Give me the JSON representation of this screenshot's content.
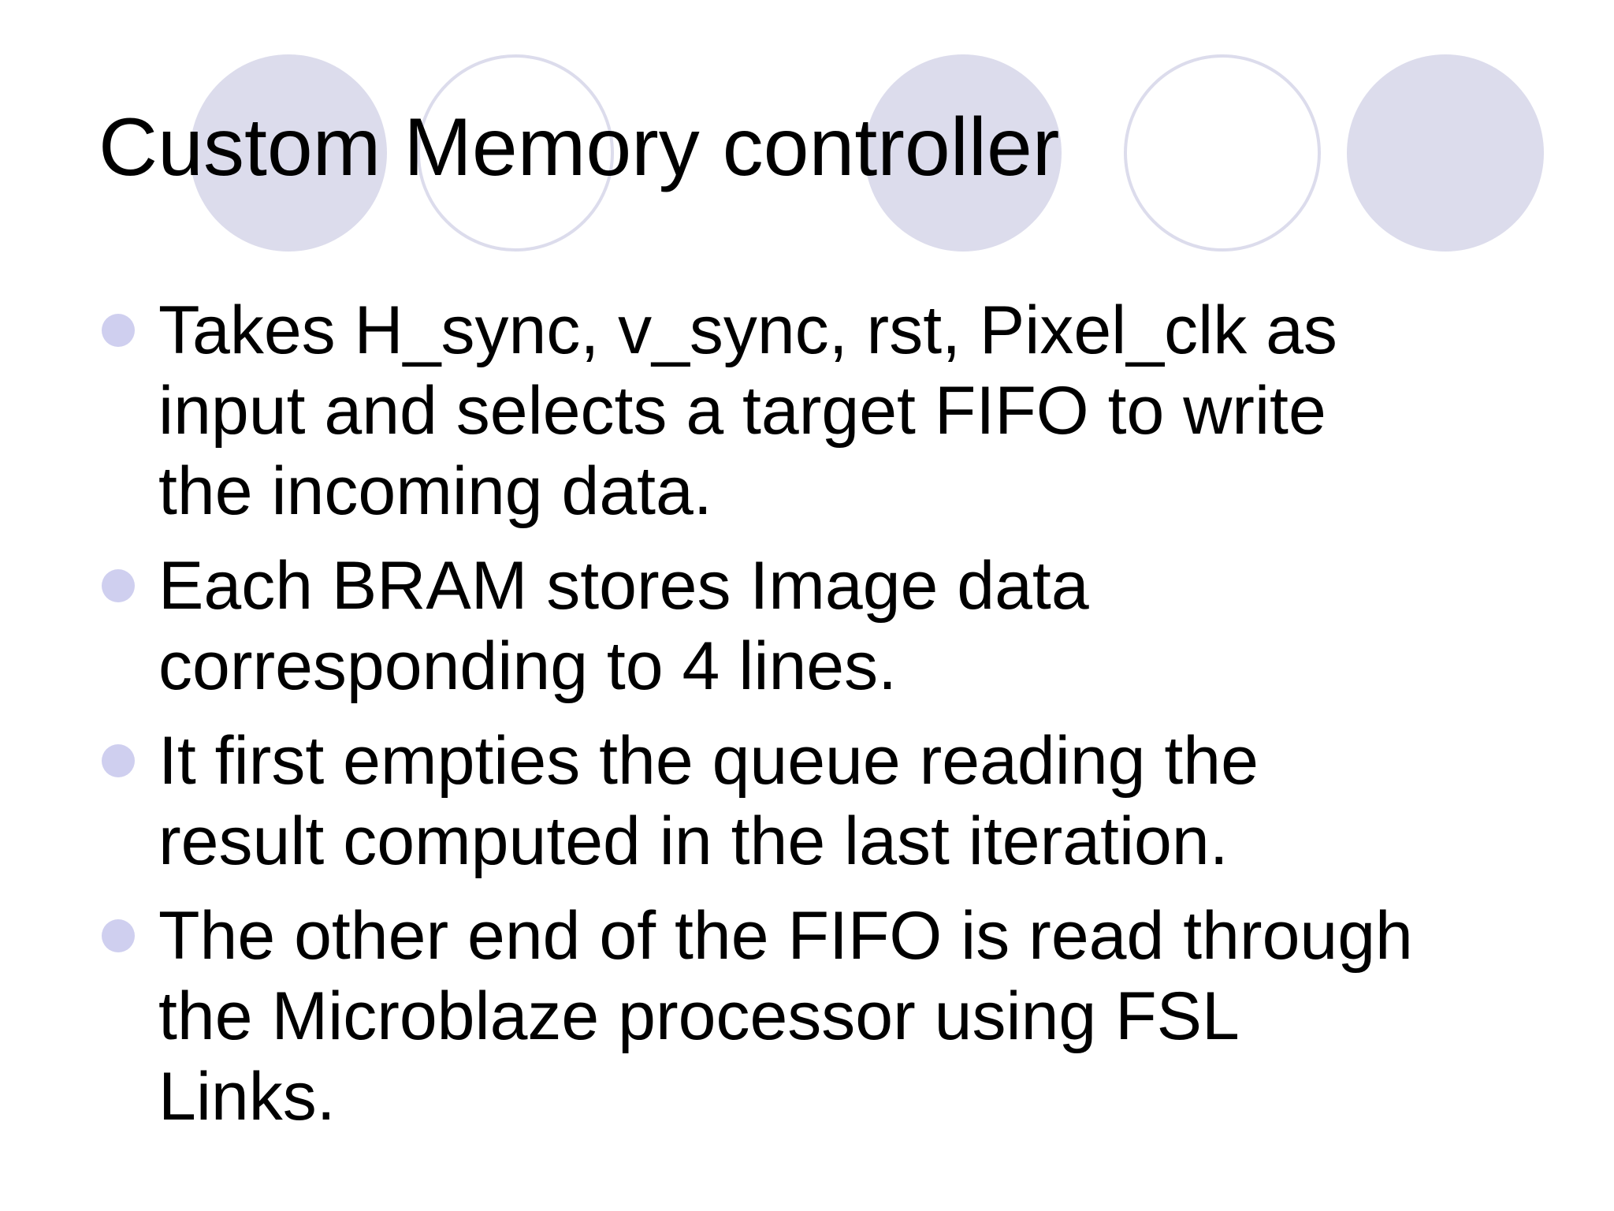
{
  "slide": {
    "title": "Custom Memory controller",
    "bullets": [
      "Takes H_sync, v_sync, rst, Pixel_clk as input and selects a target FIFO to write the incoming data.",
      "Each BRAM stores Image data corresponding to 4 lines.",
      "It first empties the queue reading the result computed in the last iteration.",
      "The other end of the FIFO is read through the Microblaze processor using FSL Links."
    ]
  },
  "theme": {
    "accent_color": "#dcdcec",
    "bullet_color": "#cfcfef",
    "text_color": "#000000",
    "background": "#ffffff"
  }
}
